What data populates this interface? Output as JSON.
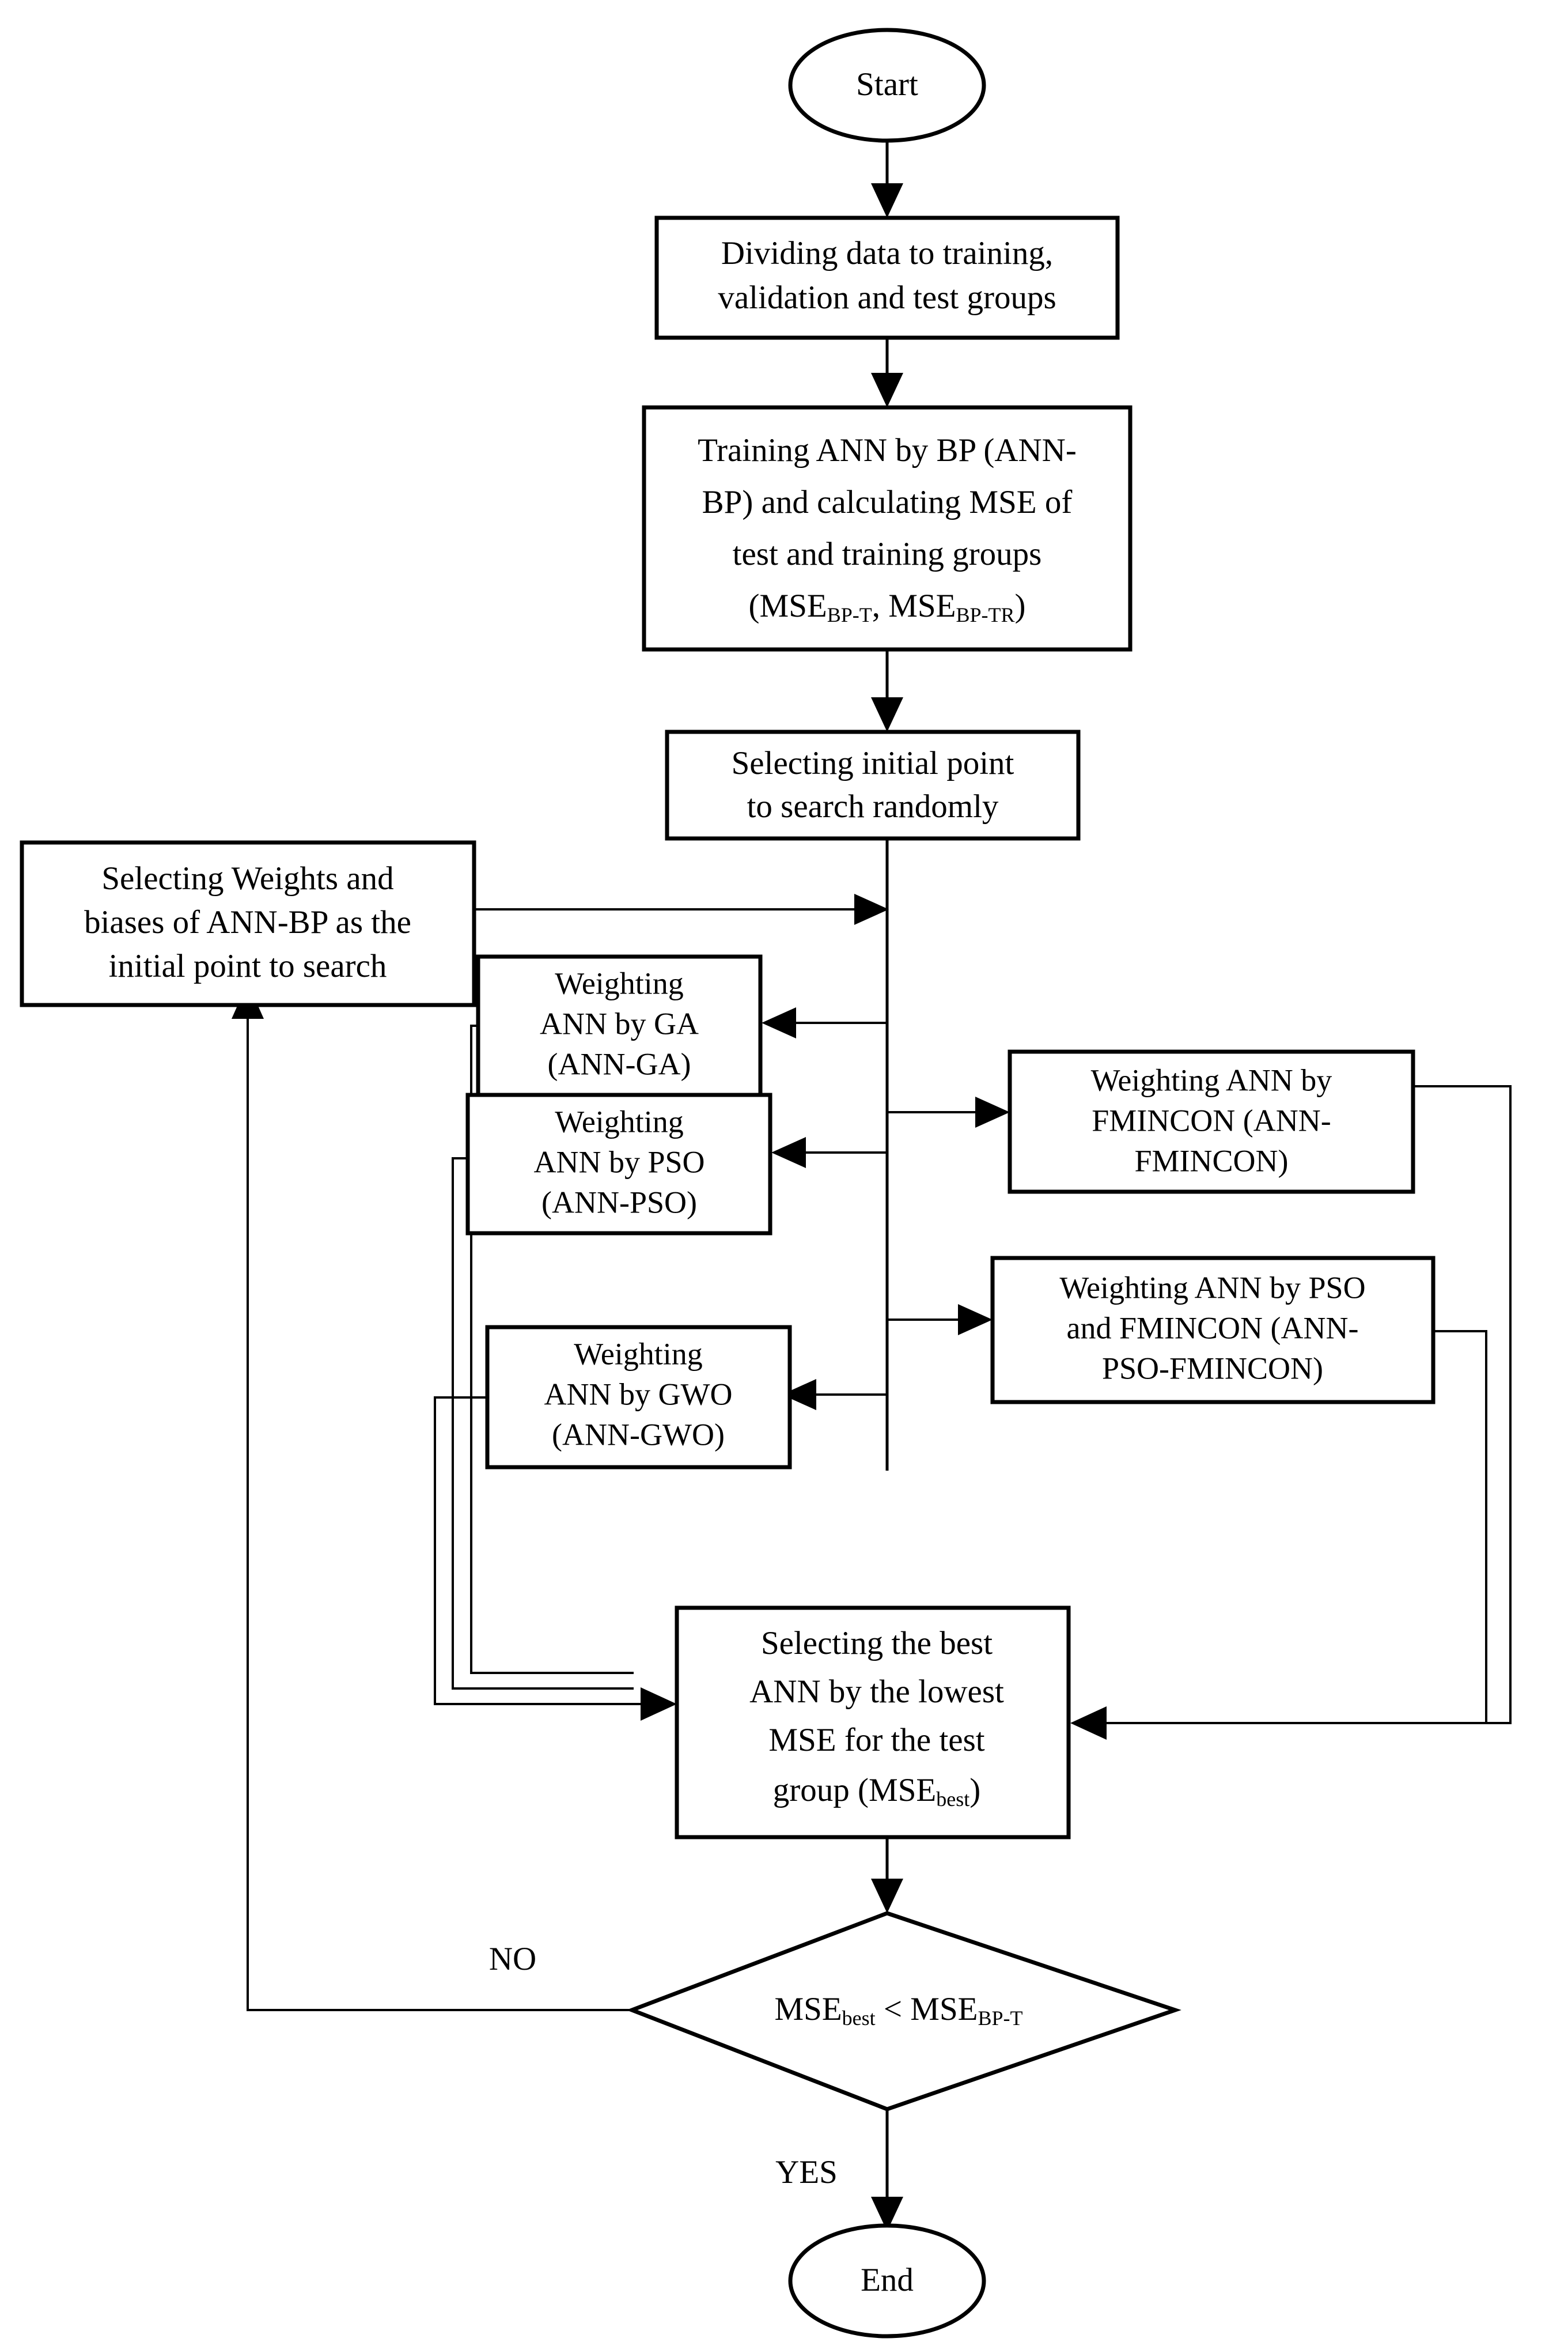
{
  "diagram": {
    "title": "ANN training and metaheuristic weighting flowchart",
    "stroke_color": "#000000",
    "fill_color": "#ffffff"
  },
  "nodes": {
    "start": {
      "label": "Start",
      "shape": "ellipse"
    },
    "divide": {
      "shape": "process",
      "line1": "Dividing data to training,",
      "line2": "validation and test groups"
    },
    "train_bp": {
      "shape": "process",
      "line1": "Training ANN by BP (ANN-",
      "line2": "BP) and calculating MSE of",
      "line3": "test and training groups",
      "line4_pre": "(MSE",
      "line4_sub1": "BP-T",
      "line4_mid": ", MSE",
      "line4_sub2": "BP-TR",
      "line4_post": ")"
    },
    "init_random": {
      "shape": "process",
      "line1": "Selecting initial point",
      "line2": "to search randomly"
    },
    "init_from_bp": {
      "shape": "process",
      "line1": "Selecting Weights and",
      "line2": "biases of ANN-BP as the",
      "line3": "initial point to search"
    },
    "ann_ga": {
      "shape": "process",
      "line1": "Weighting",
      "line2": "ANN by GA",
      "line3": "(ANN-GA)"
    },
    "ann_pso": {
      "shape": "process",
      "line1": "Weighting",
      "line2": "ANN by PSO",
      "line3": "(ANN-PSO)"
    },
    "ann_gwo": {
      "shape": "process",
      "line1": "Weighting",
      "line2": "ANN by GWO",
      "line3": "(ANN-GWO)"
    },
    "ann_fmincon": {
      "shape": "process",
      "line1": "Weighting ANN by",
      "line2": "FMINCON (ANN-",
      "line3": "FMINCON)"
    },
    "ann_pso_fmincon": {
      "shape": "process",
      "line1": "Weighting ANN by PSO",
      "line2": "and FMINCON (ANN-",
      "line3": "PSO-FMINCON)"
    },
    "select_best": {
      "shape": "process",
      "line1": "Selecting the best",
      "line2": "ANN by the lowest",
      "line3": "MSE for the test",
      "line4_pre": "group (MSE",
      "line4_sub": "best",
      "line4_post": ")"
    },
    "decision": {
      "shape": "diamond",
      "pre": "MSE",
      "sub1": "best",
      "mid": " < MSE",
      "sub2": "BP-T"
    },
    "end": {
      "label": "End",
      "shape": "ellipse"
    }
  },
  "edge_labels": {
    "no": "NO",
    "yes": "YES"
  }
}
